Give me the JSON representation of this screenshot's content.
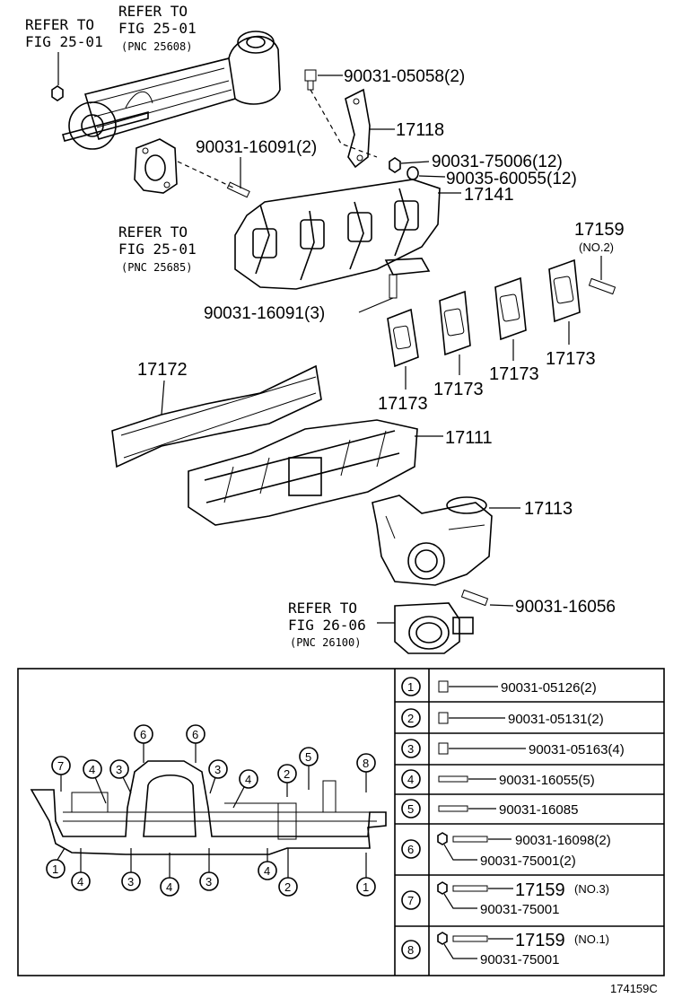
{
  "refs": {
    "r1": [
      "REFER TO",
      "FIG 25-01"
    ],
    "r2": [
      "REFER TO",
      "FIG 25-01",
      "(PNC 25608)"
    ],
    "r3": [
      "REFER TO",
      "FIG 25-01",
      "(PNC 25685)"
    ],
    "r4": [
      "REFER TO",
      "FIG 26-06",
      "(PNC 26100)"
    ]
  },
  "parts": {
    "p_05058": "90031-05058(2)",
    "p_17118": "17118",
    "p_75006": "90031-75006(12)",
    "p_60055": "90035-60055(12)",
    "p_16091a": "90031-16091(2)",
    "p_17141": "17141",
    "p_17159": "17159",
    "p_17159_sub": "(NO.2)",
    "p_16091b": "90031-16091(3)",
    "p_17172": "17172",
    "p_17173a": "17173",
    "p_17173b": "17173",
    "p_17173c": "17173",
    "p_17173d": "17173",
    "p_17111": "17111",
    "p_17113": "17113",
    "p_16056": "90031-16056"
  },
  "detail_numbers": {
    "top": [
      "7",
      "4",
      "3",
      "6",
      "6",
      "3",
      "4",
      "2",
      "5",
      "8"
    ],
    "bottom": [
      "1",
      "4",
      "3",
      "4",
      "3",
      "4",
      "2",
      "1"
    ]
  },
  "table": [
    {
      "idx": "1",
      "l1": "90031-05126(2)"
    },
    {
      "idx": "2",
      "l1": "90031-05131(2)"
    },
    {
      "idx": "3",
      "l1": "90031-05163(4)"
    },
    {
      "idx": "4",
      "l1": "90031-16055(5)"
    },
    {
      "idx": "5",
      "l1": "90031-16085"
    },
    {
      "idx": "6",
      "l1": "90031-16098(2)",
      "l2": "90031-75001(2)"
    },
    {
      "idx": "7",
      "l1": "17159",
      "l1s": "(NO.3)",
      "l2": "90031-75001"
    },
    {
      "idx": "8",
      "l1": "17159",
      "l1s": "(NO.1)",
      "l2": "90031-75001"
    }
  ],
  "figure_code": "174159C"
}
